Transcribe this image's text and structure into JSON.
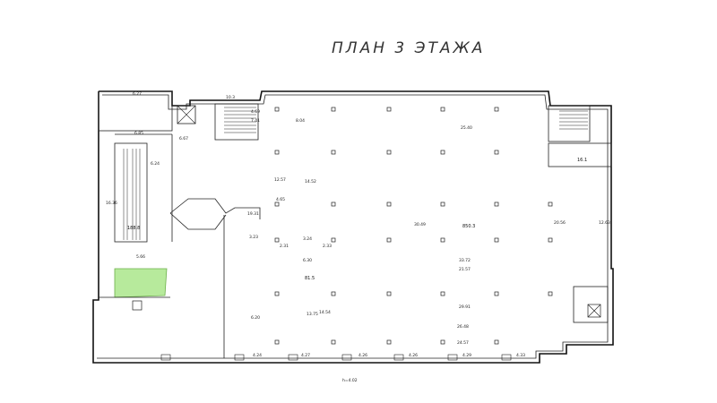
{
  "title": "ПЛАН 3 ЭТАЖА",
  "areas": {
    "main_hall": "850.3",
    "left_block": "188.8",
    "corridor": "19.31",
    "center_zone": "81.5",
    "right_room": "16.1"
  },
  "dims": {
    "top_left_room": "6.27",
    "left_stair": "6.85",
    "left_width": "6.24",
    "left_height": "16.36",
    "bottom_left": "5.66",
    "room_a": "4.69",
    "room_b": "7.41",
    "top_center": "10.3",
    "big_top": "25.40",
    "big_right": "30.49",
    "right_w": "20.56",
    "right_h": "12.63",
    "mid": "33.72",
    "mid2": "21.57",
    "lower": "29.91",
    "lower2": "26.48",
    "lower3": "24.57",
    "bottom_scale": "h=4.02",
    "span1": "4.24",
    "span2": "4.27",
    "span3": "4.26",
    "span4": "4.29",
    "span5": "4.33",
    "d1": "12.57",
    "d2": "14.52",
    "d3": "8.04",
    "d4": "6.20",
    "d5": "3.23",
    "d6": "2.31",
    "d7": "3.24",
    "d8": "2.33",
    "d9": "6.30",
    "d10": "14.54",
    "d11": "13.75",
    "d12": "4.65",
    "d13": "6.67"
  }
}
